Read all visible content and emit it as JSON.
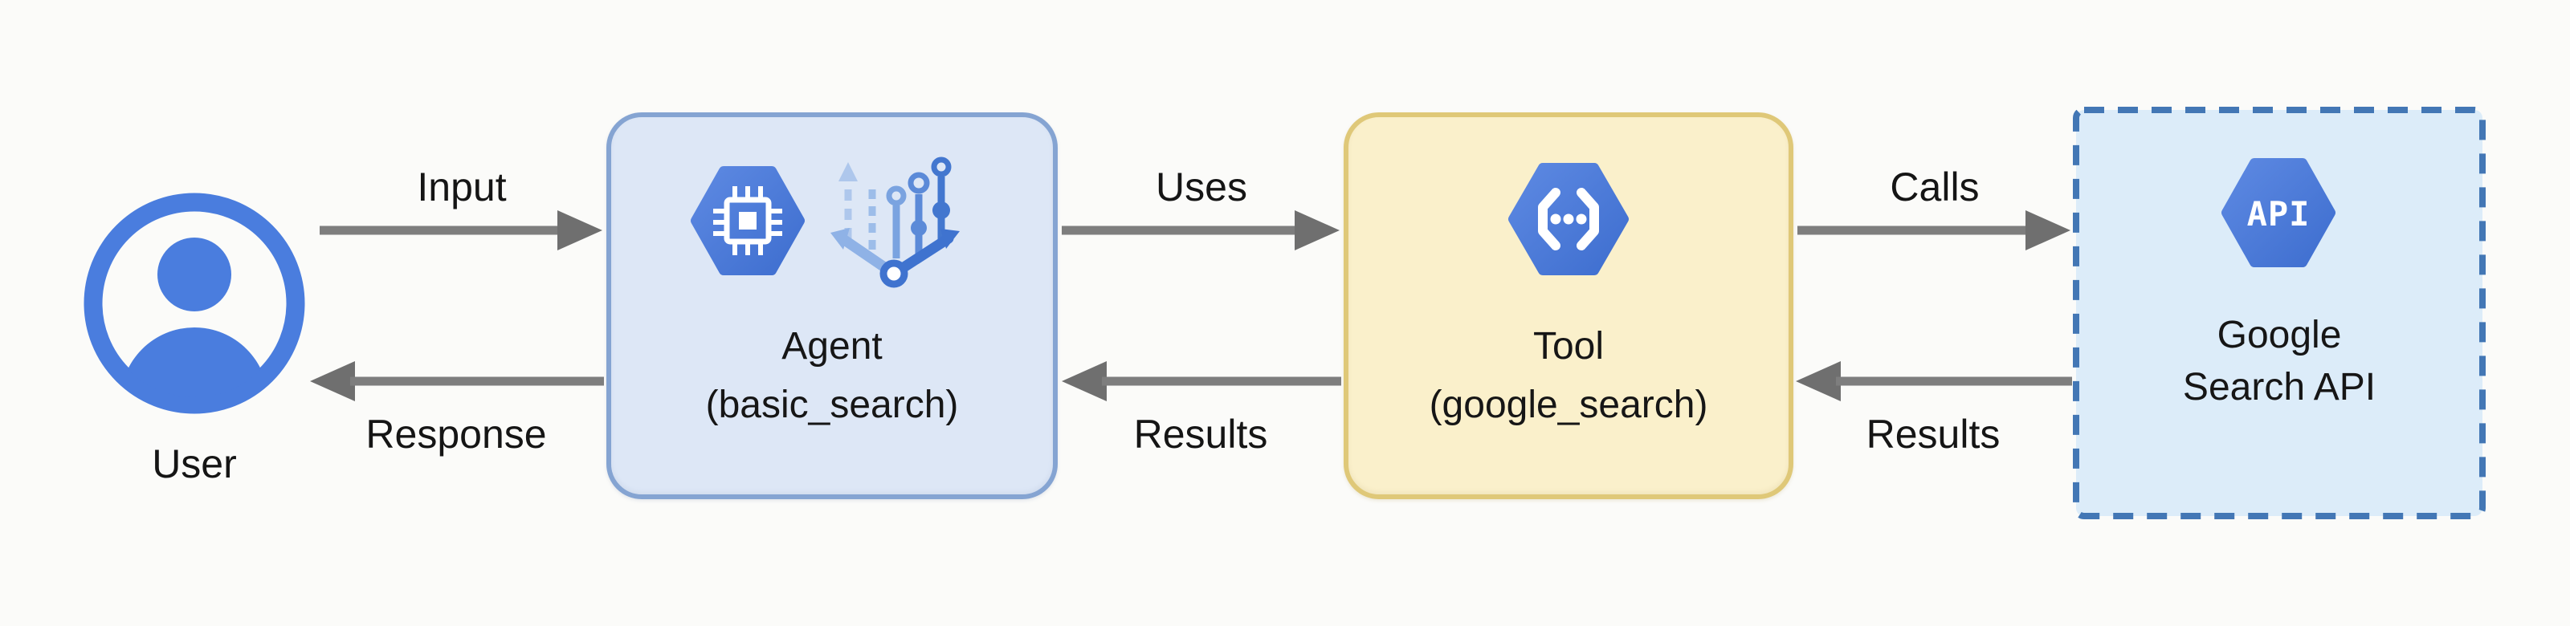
{
  "diagram": {
    "background": "#fbfbf9",
    "text_color": "#161616",
    "arrow_color": "#7e7e7e",
    "hexagon_blue": "#4a7cd6",
    "nodes": {
      "user": {
        "label": "User",
        "icon": "user-circle-icon",
        "icon_color": "#4a7dde"
      },
      "agent": {
        "title": "Agent",
        "subtitle": "(basic_search)",
        "fill": "#dde7f6",
        "border": "#85a4d2",
        "icons": [
          "cpu-hexagon-icon",
          "branch-flow-icon"
        ]
      },
      "tool": {
        "title": "Tool",
        "subtitle": "(google_search)",
        "fill": "#faf0cb",
        "border": "#dfc878",
        "icons": [
          "functions-hexagon-icon"
        ]
      },
      "api": {
        "line1": "Google",
        "line2": "Search API",
        "hex_label": "API",
        "fill": "#dcecf9",
        "border": "#4377b5",
        "border_style": "dashed",
        "icons": [
          "api-hexagon-icon"
        ]
      }
    },
    "edges": [
      {
        "label": "Input",
        "from": "User",
        "to": "Agent (basic_search)",
        "direction": "right"
      },
      {
        "label": "Uses",
        "from": "Agent (basic_search)",
        "to": "Tool (google_search)",
        "direction": "right"
      },
      {
        "label": "Calls",
        "from": "Tool (google_search)",
        "to": "Google Search API",
        "direction": "right"
      },
      {
        "label": "Response",
        "from": "Agent (basic_search)",
        "to": "User",
        "direction": "left"
      },
      {
        "label": "Results",
        "from": "Tool (google_search)",
        "to": "Agent (basic_search)",
        "direction": "left"
      },
      {
        "label": "Results",
        "from": "Google Search API",
        "to": "Tool (google_search)",
        "direction": "left"
      }
    ]
  }
}
